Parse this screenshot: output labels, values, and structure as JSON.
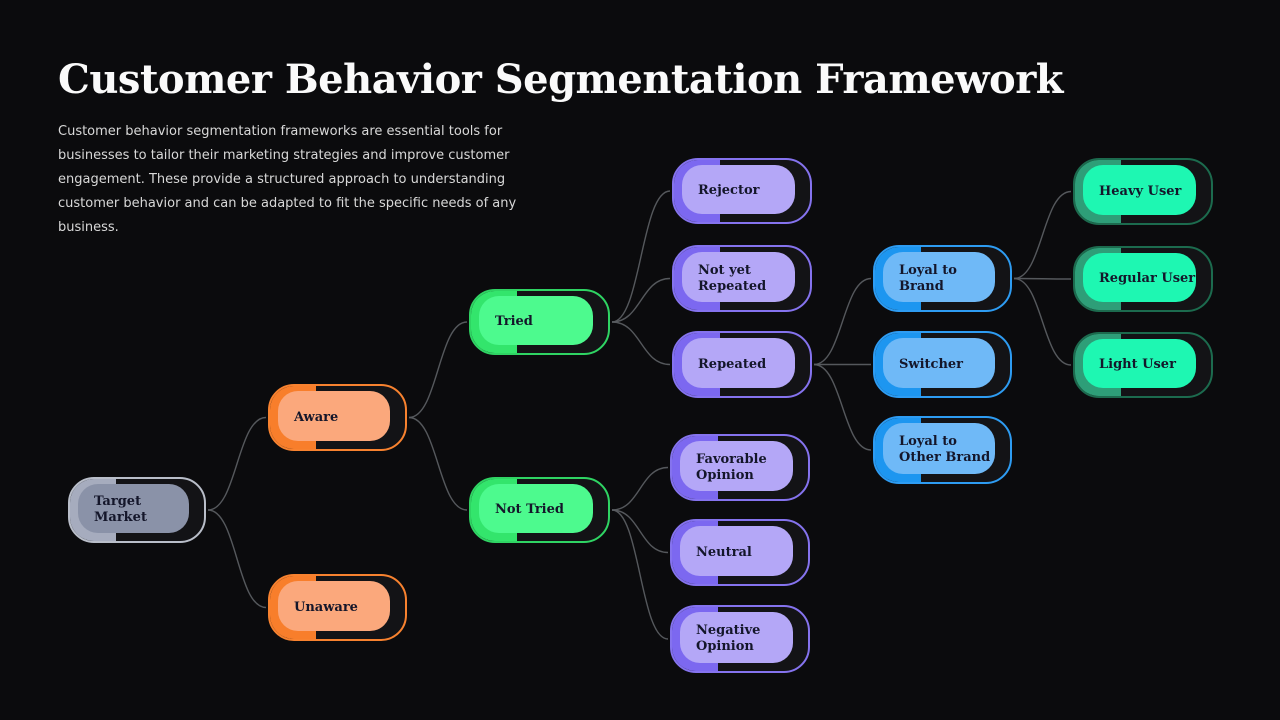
{
  "header": {
    "title": "Customer Behavior Segmentation Framework",
    "description": "Customer behavior segmentation frameworks are essential tools for businesses to tailor their marketing strategies and improve customer engagement. These provide a structured approach to understanding customer behavior and can be adapted to fit the specific needs of any business."
  },
  "diagram": {
    "background_color": "#0b0b0d",
    "connector_color": "#5a5d61",
    "palette": {
      "gray": {
        "fill": "#8A92A8",
        "cap": "#A6ACBE",
        "outline": "#B9BEC9"
      },
      "orange": {
        "fill": "#FBA87C",
        "cap": "#F87E2B",
        "outline": "#F8822F"
      },
      "green": {
        "fill": "#4DFA8E",
        "cap": "#33E56C",
        "outline": "#2FD463"
      },
      "purple": {
        "fill": "#B4A7F7",
        "cap": "#7C68F0",
        "outline": "#8573EE"
      },
      "blue": {
        "fill": "#6FB9F7",
        "cap": "#1D96F0",
        "outline": "#2E9CF2"
      },
      "teal": {
        "fill": "#1EF7B2",
        "cap": "#2E9E78",
        "outline": "#1C6B4E"
      }
    },
    "nodes": [
      {
        "id": "target-market",
        "label": "Target Market",
        "color": "gray"
      },
      {
        "id": "aware",
        "label": "Aware",
        "color": "orange"
      },
      {
        "id": "unaware",
        "label": "Unaware",
        "color": "orange"
      },
      {
        "id": "tried",
        "label": "Tried",
        "color": "green"
      },
      {
        "id": "not-tried",
        "label": "Not Tried",
        "color": "green"
      },
      {
        "id": "rejector",
        "label": "Rejector",
        "color": "purple"
      },
      {
        "id": "not-yet-repeated",
        "label": "Not yet\nRepeated",
        "color": "purple"
      },
      {
        "id": "repeated",
        "label": "Repeated",
        "color": "purple"
      },
      {
        "id": "favorable-opinion",
        "label": "Favorable\nOpinion",
        "color": "purple"
      },
      {
        "id": "neutral",
        "label": "Neutral",
        "color": "purple"
      },
      {
        "id": "negative-opinion",
        "label": "Negative\nOpinion",
        "color": "purple"
      },
      {
        "id": "loyal-to-brand",
        "label": "Loyal to Brand",
        "color": "blue"
      },
      {
        "id": "switcher",
        "label": "Switcher",
        "color": "blue"
      },
      {
        "id": "loyal-to-other-brand",
        "label": "Loyal to\nOther Brand",
        "color": "blue"
      },
      {
        "id": "heavy-user",
        "label": "Heavy User",
        "color": "teal"
      },
      {
        "id": "regular-user",
        "label": "Regular User",
        "color": "teal"
      },
      {
        "id": "light-user",
        "label": "Light User",
        "color": "teal"
      }
    ],
    "edges": [
      [
        "target-market",
        "aware"
      ],
      [
        "target-market",
        "unaware"
      ],
      [
        "aware",
        "tried"
      ],
      [
        "aware",
        "not-tried"
      ],
      [
        "tried",
        "rejector"
      ],
      [
        "tried",
        "not-yet-repeated"
      ],
      [
        "tried",
        "repeated"
      ],
      [
        "not-tried",
        "favorable-opinion"
      ],
      [
        "not-tried",
        "neutral"
      ],
      [
        "not-tried",
        "negative-opinion"
      ],
      [
        "repeated",
        "loyal-to-brand"
      ],
      [
        "repeated",
        "switcher"
      ],
      [
        "repeated",
        "loyal-to-other-brand"
      ],
      [
        "loyal-to-brand",
        "heavy-user"
      ],
      [
        "loyal-to-brand",
        "regular-user"
      ],
      [
        "loyal-to-brand",
        "light-user"
      ]
    ]
  }
}
